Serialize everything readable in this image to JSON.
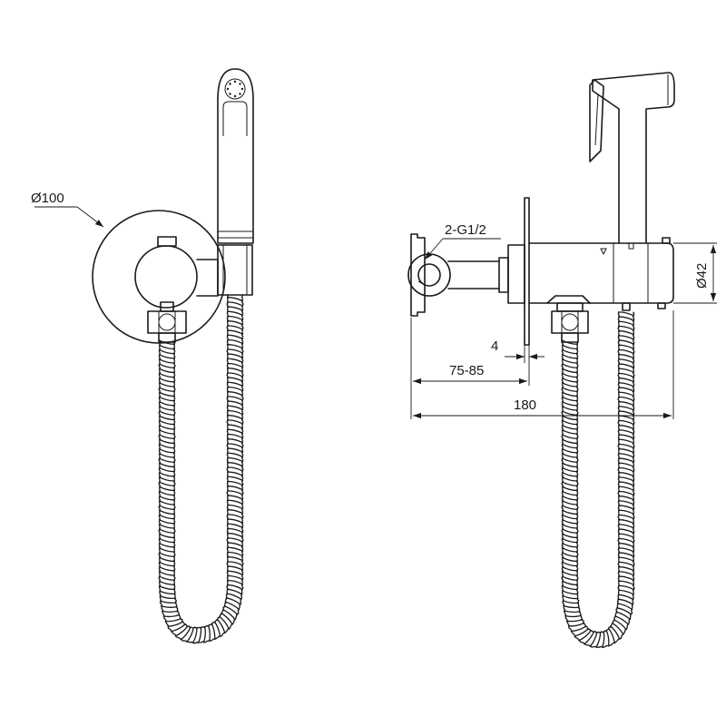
{
  "dimensions": {
    "diameter_plate": "Ø100",
    "connection": "2-G1/2",
    "diameter_body": "Ø42",
    "wall_gap": "4",
    "depth_range": "75-85",
    "total_length": "180"
  }
}
